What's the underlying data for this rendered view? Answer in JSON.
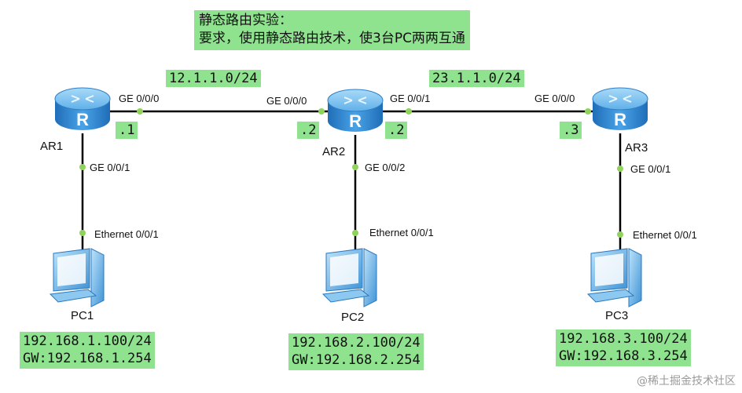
{
  "title": {
    "line1": "静态路由实验：",
    "line2": "要求，使用静态路由技术，使3台PC两两互通"
  },
  "networks": {
    "ar1_ar2": "12.1.1.0/24",
    "ar2_ar3": "23.1.1.0/24"
  },
  "routers": {
    "ar1": {
      "name": "AR1",
      "glyph": "R",
      "port_right": "GE 0/0/0",
      "port_down": "GE 0/0/1",
      "addr": ".1"
    },
    "ar2": {
      "name": "AR2",
      "glyph": "R",
      "port_left": "GE 0/0/0",
      "port_right": "GE 0/0/1",
      "port_down": "GE 0/0/2",
      "addr_left": ".2",
      "addr_right": ".2"
    },
    "ar3": {
      "name": "AR3",
      "glyph": "R",
      "port_left": "GE 0/0/0",
      "port_down": "GE 0/0/1",
      "addr": ".3"
    }
  },
  "pcs": {
    "pc1": {
      "name": "PC1",
      "port": "Ethernet 0/0/1",
      "ip": "192.168.1.100/24",
      "gw": "GW:192.168.1.254"
    },
    "pc2": {
      "name": "PC2",
      "port": "Ethernet 0/0/1",
      "ip": "192.168.2.100/24",
      "gw": "GW:192.168.2.254"
    },
    "pc3": {
      "name": "PC3",
      "port": "Ethernet 0/0/1",
      "ip": "192.168.3.100/24",
      "gw": "GW:192.168.3.254"
    }
  },
  "watermark": "@稀土掘金技术社区",
  "colors": {
    "label_bg": "#8fe38f",
    "port_dot": "#8fd35a",
    "router_body": "#3b8fd6",
    "router_top": "#7cc0f0",
    "link": "#000000"
  },
  "icons": {
    "router": "router-icon",
    "pc": "pc-icon",
    "port": "port-dot-icon"
  }
}
